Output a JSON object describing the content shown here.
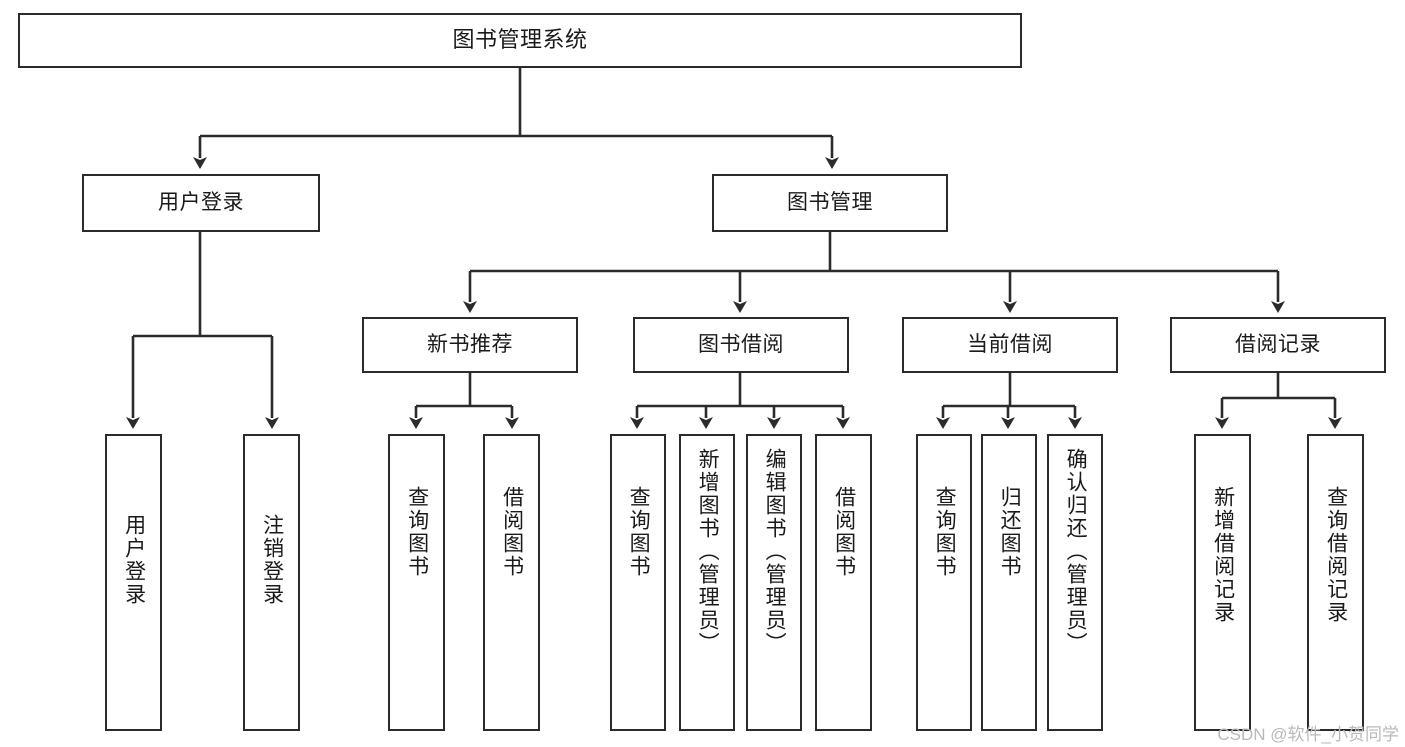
{
  "diagram": {
    "type": "tree-hierarchy",
    "title": "图书管理系统",
    "root": {
      "label": "图书管理系统"
    },
    "level1": [
      {
        "label": "用户登录"
      },
      {
        "label": "图书管理"
      }
    ],
    "level2": [
      {
        "label": "新书推荐"
      },
      {
        "label": "图书借阅"
      },
      {
        "label": "当前借阅"
      },
      {
        "label": "借阅记录"
      }
    ],
    "leaves": {
      "user_login": [
        {
          "label": "用户登录"
        },
        {
          "label": "注销登录"
        }
      ],
      "new_book_recommend": [
        {
          "label": "查询图书"
        },
        {
          "label": "借阅图书"
        }
      ],
      "book_borrow": [
        {
          "label": "查询图书"
        },
        {
          "label": "新增图书（管理员）"
        },
        {
          "label": "编辑图书（管理员）"
        },
        {
          "label": "借阅图书"
        }
      ],
      "current_borrow": [
        {
          "label": "查询图书"
        },
        {
          "label": "归还图书"
        },
        {
          "label": "确认归还（管理员）"
        }
      ],
      "borrow_record": [
        {
          "label": "新增借阅记录"
        },
        {
          "label": "查询借阅记录"
        }
      ]
    }
  },
  "watermark": {
    "text": "CSDN @软件_小贺同学"
  },
  "colors": {
    "stroke": "#2b2b2b",
    "background": "#ffffff",
    "text": "#1a1a1a",
    "watermark": "#b9b9b9"
  }
}
